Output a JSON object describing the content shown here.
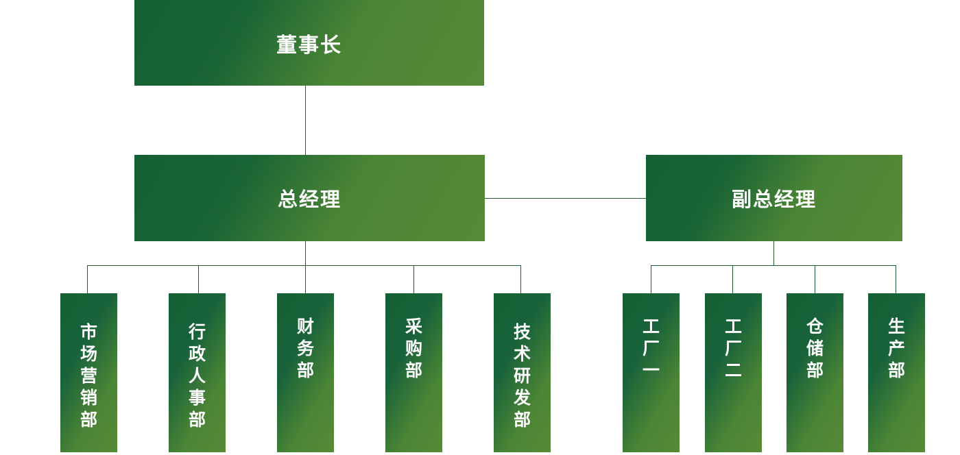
{
  "colors": {
    "box_dark": "#146033",
    "box_light": "#568a37",
    "line": "#1e5f34",
    "text": "#ffffff"
  },
  "chairman": {
    "label": "董事长"
  },
  "general_manager": {
    "label": "总经理"
  },
  "deputy_general_manager": {
    "label": "副总经理"
  },
  "gm_departments": [
    {
      "label": "市场营销部"
    },
    {
      "label": "行政人事部"
    },
    {
      "label": "财务部"
    },
    {
      "label": "采购部"
    },
    {
      "label": "技术研发部"
    }
  ],
  "deputy_departments": [
    {
      "label": "工厂一"
    },
    {
      "label": "工厂二"
    },
    {
      "label": "仓储部"
    },
    {
      "label": "生产部"
    }
  ]
}
